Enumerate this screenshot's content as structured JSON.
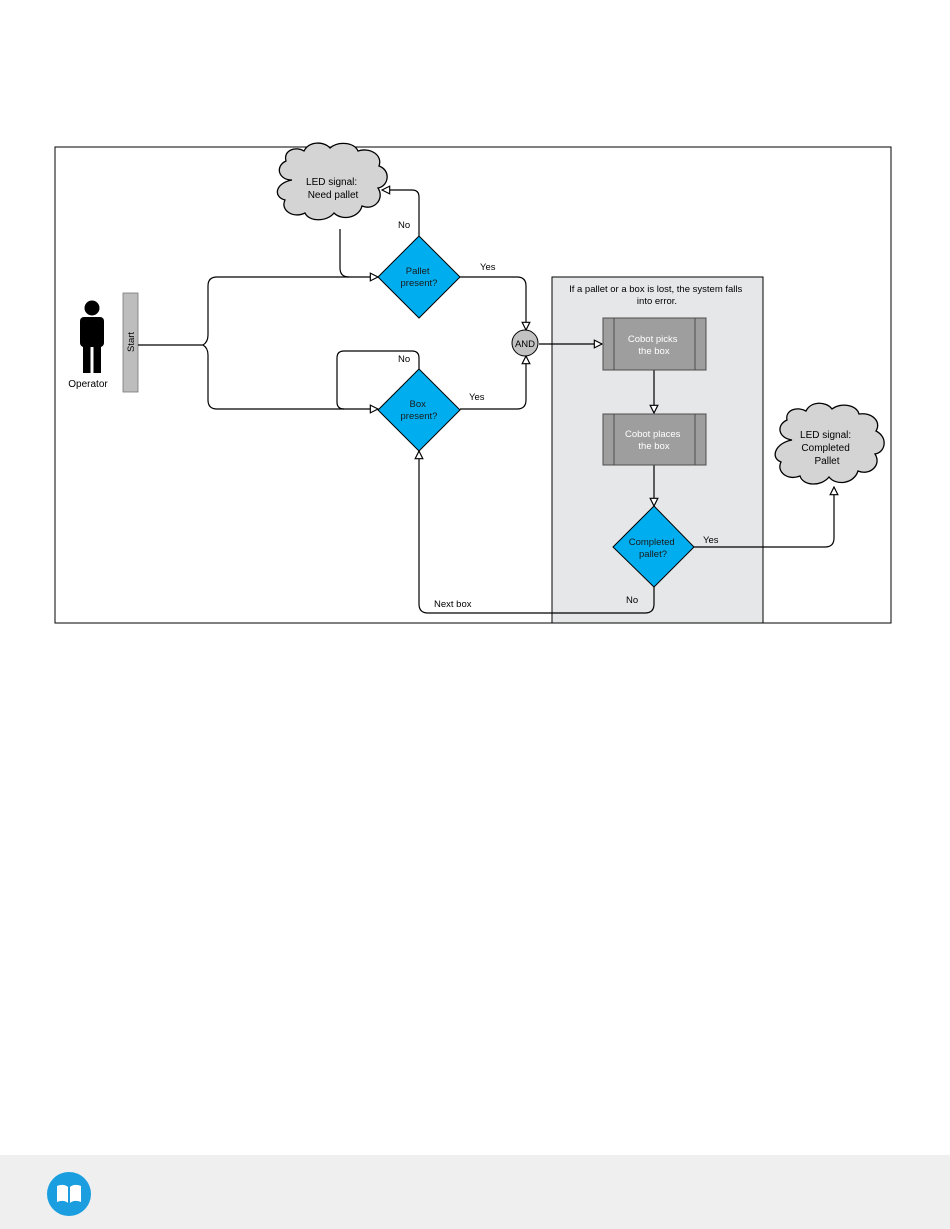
{
  "diagram": {
    "actor_label": "Operator",
    "start_label": "Start",
    "cloud_need_pallet": [
      "LED signal:",
      "Need pallet"
    ],
    "cloud_completed": [
      "LED signal:",
      "Completed",
      "Pallet"
    ],
    "pallet_present": [
      "Pallet",
      "present?"
    ],
    "box_present": [
      "Box",
      "present?"
    ],
    "completed_pallet": [
      "Completed",
      "pallet?"
    ],
    "and_gate": "AND",
    "process_picks": [
      "Cobot picks",
      "the box"
    ],
    "process_places": [
      "Cobot places",
      "the box"
    ],
    "error_note": [
      "If a pallet or a box is lost, the system falls",
      "into error."
    ],
    "edge_labels": {
      "pallet_no": "No",
      "pallet_yes": "Yes",
      "box_no": "No",
      "box_yes": "Yes",
      "completed_yes": "Yes",
      "completed_no": "No",
      "next_box": "Next box"
    },
    "colors": {
      "decision_fill": "#00aeef",
      "process_fill": "#9e9e9e",
      "cloud_fill": "#d4d4d4",
      "zone_fill": "#e6e7e9",
      "and_fill": "#c2c2c2",
      "footer_icon": "#1a9ee0"
    }
  },
  "footer": {
    "icon": "book-icon"
  }
}
